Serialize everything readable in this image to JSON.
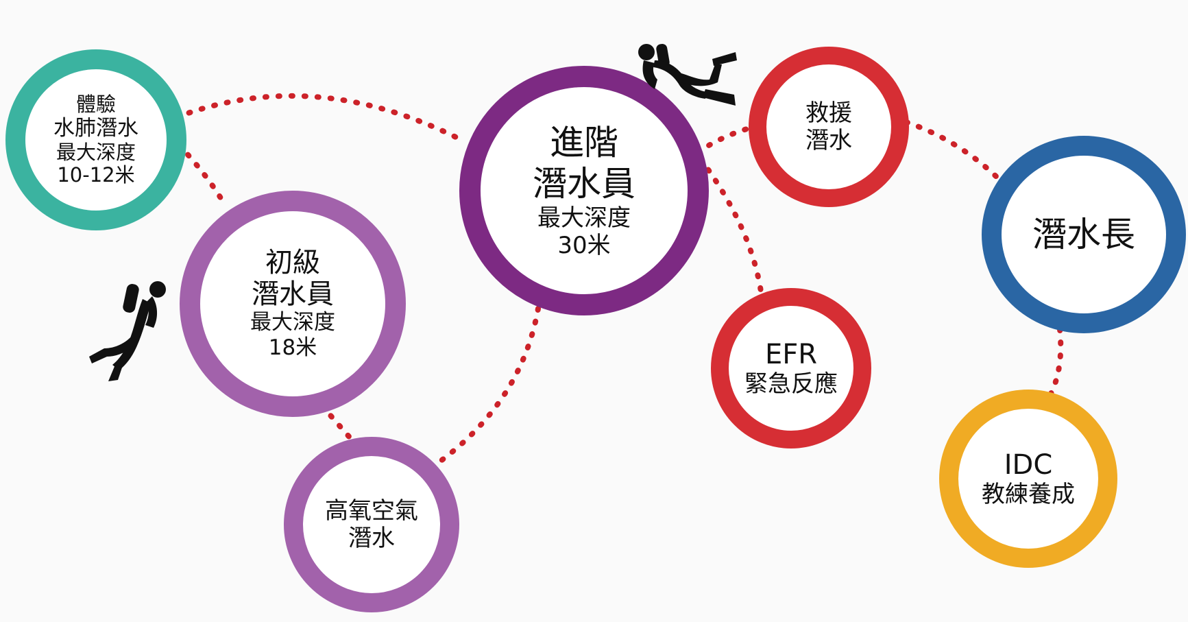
{
  "colors": {
    "dotted_line": "#cc2229",
    "teal": "#3bb3a0",
    "light_purple": "#a262ab",
    "dark_purple": "#7d2a83",
    "red": "#d62e34",
    "blue": "#2a66a4",
    "gold": "#f0ab24",
    "diver": "#111111"
  },
  "nodes": {
    "discover": {
      "lines": [
        "體驗",
        "水肺潛水",
        "最大深度",
        "10-12米"
      ],
      "color": "teal"
    },
    "open_water": {
      "lines": [
        "初級",
        "潛水員",
        "最大深度",
        "18米"
      ],
      "color": "light_purple"
    },
    "nitrox": {
      "lines": [
        "高氧空氣",
        "潛水"
      ],
      "color": "light_purple"
    },
    "advanced": {
      "lines": [
        "進階",
        "潛水員",
        "最大深度",
        "30米"
      ],
      "color": "dark_purple"
    },
    "rescue": {
      "lines": [
        "救援",
        "潛水"
      ],
      "color": "red"
    },
    "efr": {
      "lines": [
        "EFR",
        "緊急反應"
      ],
      "color": "red"
    },
    "divemaster": {
      "lines": [
        "潛水長"
      ],
      "color": "blue"
    },
    "idc": {
      "lines": [
        "IDC",
        "教練養成"
      ],
      "color": "gold"
    }
  },
  "icons": [
    "diver-icon",
    "diver-icon"
  ]
}
